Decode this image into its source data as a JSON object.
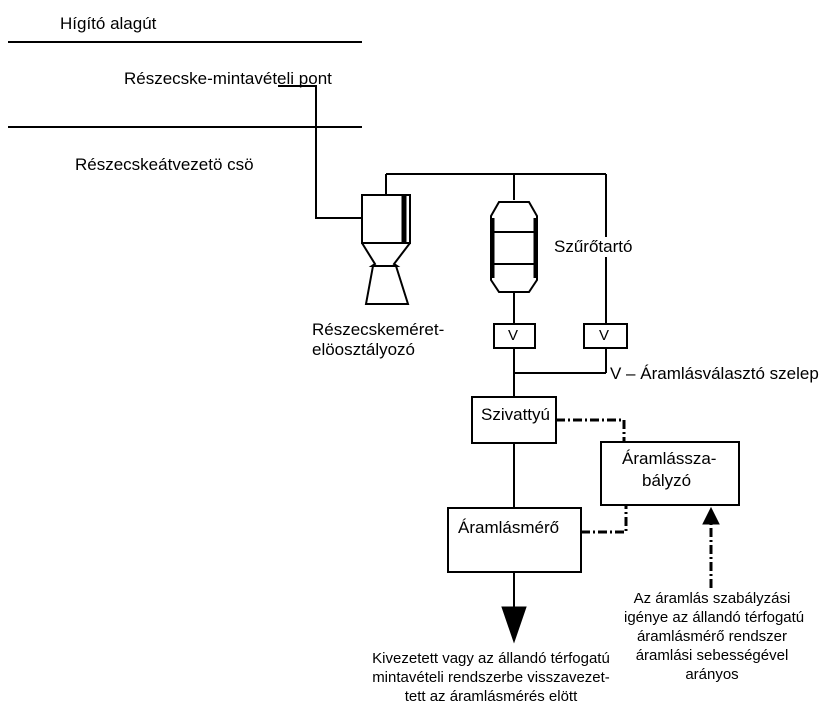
{
  "labels": {
    "dilution_tunnel": "Hígító alagút",
    "sampling_point": "Részecske-mintavételi pont",
    "transfer_tube": "Részecskeátvezetö csö",
    "filter_holder": "Szűrőtartó",
    "preclassifier_line1": "Részecskeméret-",
    "preclassifier_line2": "elöosztályozó",
    "valve_symbol": "V",
    "valve_legend": "V – Áramlásválasztó szelep",
    "pump": "Szivattyú",
    "flow_controller_line1": "Áramlássza-",
    "flow_controller_line2": "bályzó",
    "flow_meter": "Áramlásmérő",
    "note_control": [
      "Az áramlás szabályzási",
      "igénye az állandó térfogatú",
      "áramlásmérő rendszer",
      "áramlási sebességével",
      "arányos"
    ],
    "note_exhaust": [
      "Kivezetett vagy az állandó térfogatú",
      "mintavételi rendszerbe visszavezet-",
      "tett az áramlásmérés elött"
    ]
  }
}
